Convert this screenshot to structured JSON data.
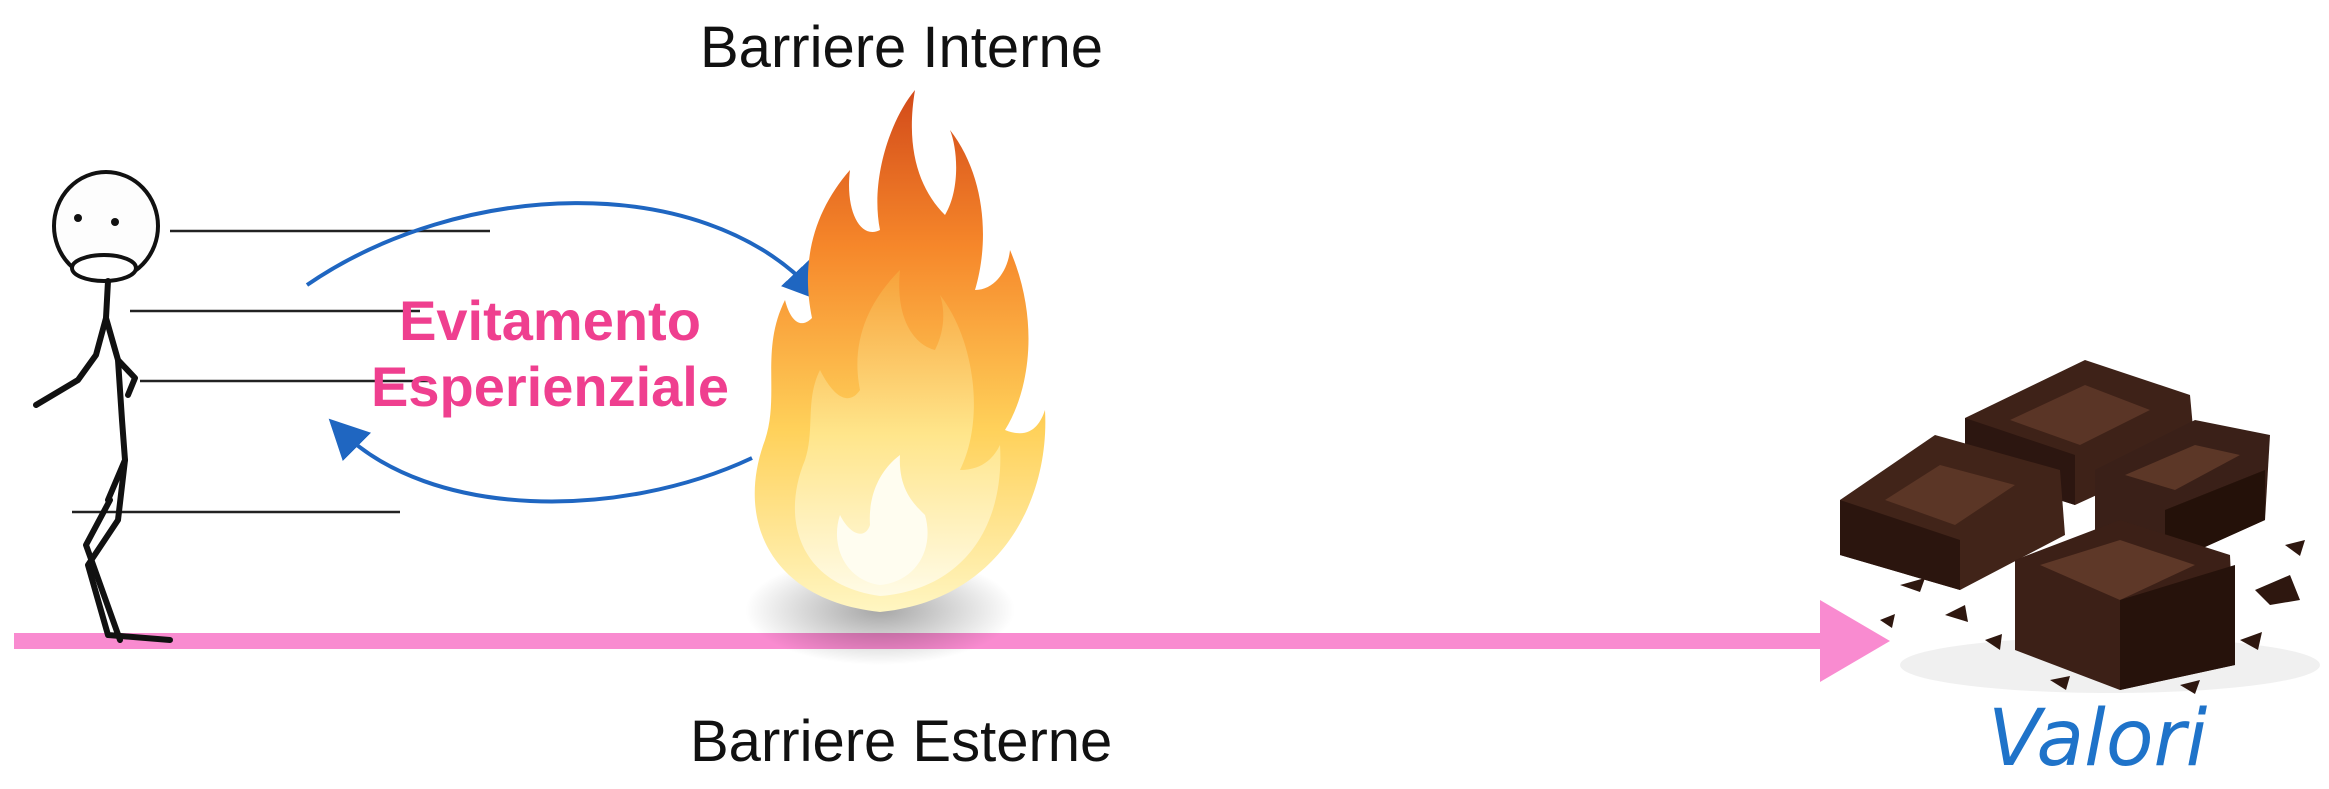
{
  "labels": {
    "internal_barriers": "Barriere Interne",
    "external_barriers": "Barriere Esterne",
    "avoidance_line1": "Evitamento",
    "avoidance_line2": "Esperienziale",
    "values": "Valori"
  },
  "colors": {
    "path_arrow": "#f98bd0",
    "avoidance_text": "#ef3f8f",
    "avoidance_arrows": "#1f66c1",
    "values_text": "#1f73c9"
  },
  "icons": [
    "stick-figure-icon",
    "fire-icon",
    "chocolate-icon"
  ]
}
